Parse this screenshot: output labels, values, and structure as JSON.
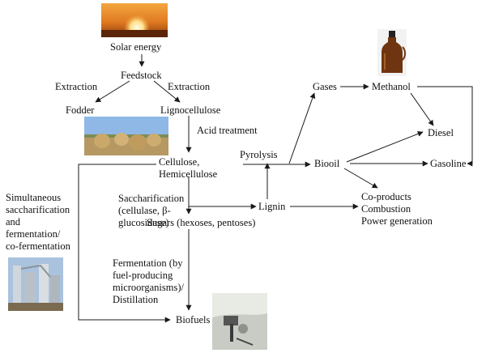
{
  "nodes": {
    "solar_energy": "Solar energy",
    "feedstock": "Feedstock",
    "extraction_left": "Extraction",
    "extraction_right": "Extraction",
    "fodder": "Fodder",
    "lignocellulose": "Lignocellulose",
    "acid_treatment": "Acid treatment",
    "cellulose": "Cellulose,\nHemicellulose",
    "pyrolysis": "Pyrolysis",
    "biooil": "Biooil",
    "gases": "Gases",
    "methanol": "Methanol",
    "diesel": "Diesel",
    "gasoline": "Gasoline",
    "saccharification": "Saccharification\n(cellulase, β-\nglucosidase)",
    "lignin": "Lignin",
    "coproducts": "Co-products\nCombustion\nPower generation",
    "sugars": "Sugars (hexoses, pentoses)",
    "fermentation": "Fermentation (by\nfuel-producing\nmicroorganisms)/\nDistillation",
    "biofuels": "Biofuels",
    "ssf": "Simultaneous\nsaccharification\nand\nfermentation/\nco-fermentation"
  },
  "colors": {
    "arrow": "#1a1a1a",
    "text": "#111111"
  },
  "icons": {
    "sunset_photo": "sunset-photo-icon",
    "hay_bales_photo": "hay-bales-photo-icon",
    "bottle_photo": "amber-bottle-photo-icon",
    "plant_photo": "biofuel-plant-photo-icon",
    "machine_photo": "lab-equipment-photo-icon"
  }
}
